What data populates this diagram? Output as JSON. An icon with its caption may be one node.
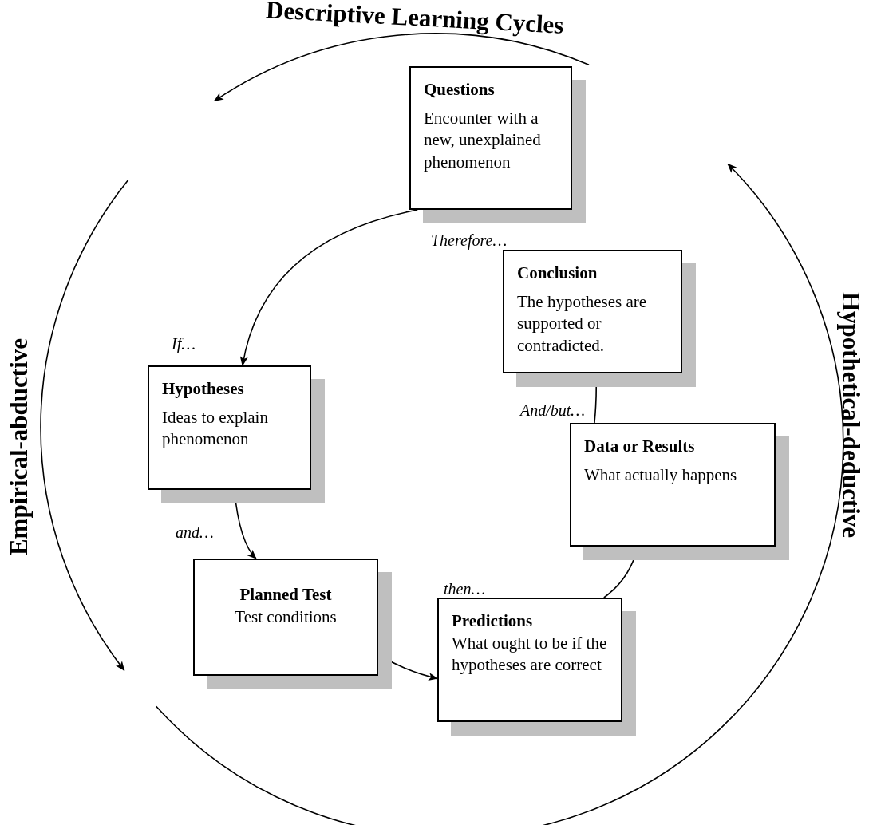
{
  "diagram": {
    "nodes": [
      {
        "text": [
          "Questions",
          "Encounter with a new, unexplained phenomenon"
        ]
      },
      {
        "text": [
          "Hypotheses",
          "Ideas to explain phenomenon"
        ]
      },
      {
        "text": [
          "Planned Test",
          "Test conditions"
        ]
      },
      {
        "text": [
          "Predictions",
          "What ought to be if the hypotheses are correct"
        ]
      },
      {
        "text": [
          "Data or Results",
          "What actually happens"
        ]
      },
      {
        "text": [
          "Conclusion",
          "The hypotheses are supported or contradicted."
        ]
      }
    ],
    "edges": [
      {
        "from": 0,
        "to": 1,
        "arrow": "to"
      },
      {
        "from": 1,
        "to": 2,
        "arrow": "to"
      },
      {
        "from": 2,
        "to": 3,
        "arrow": "to"
      },
      {
        "from": 3,
        "to": 4,
        "arrow": "to"
      },
      {
        "from": 4,
        "to": 5,
        "arrow": "to"
      }
    ],
    "labels": [
      "Descriptive Learning Cycles",
      "Therefore…",
      "If…",
      "Empirical-abductive",
      "Hypothetical-deductive",
      "And/but…",
      "and…",
      "then…"
    ]
  }
}
